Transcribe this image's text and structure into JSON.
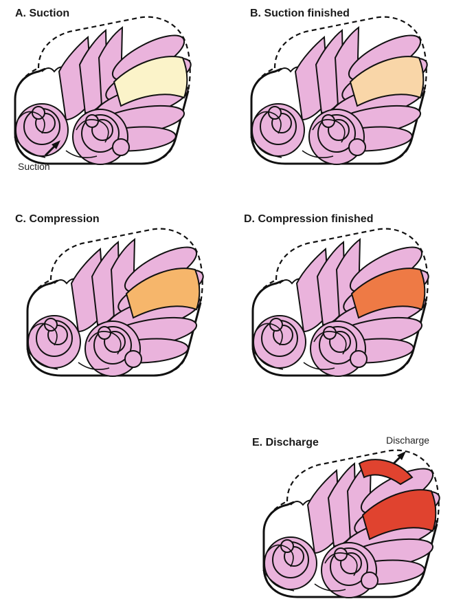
{
  "panels": {
    "a": {
      "title": "A. Suction",
      "stage_color": "#fbf3c9"
    },
    "b": {
      "title": "B. Suction finished",
      "stage_color": "#f9d6a8"
    },
    "c": {
      "title": "C. Compression",
      "stage_color": "#f6b66b"
    },
    "d": {
      "title": "D. Compression finished",
      "stage_color": "#ee7a45"
    },
    "e": {
      "title": "E. Discharge",
      "stage_color": "#e0432f"
    }
  },
  "callouts": {
    "suction": "Suction",
    "discharge": "Discharge"
  },
  "colors": {
    "rotor": "#eab3dc",
    "outline": "#111111"
  }
}
